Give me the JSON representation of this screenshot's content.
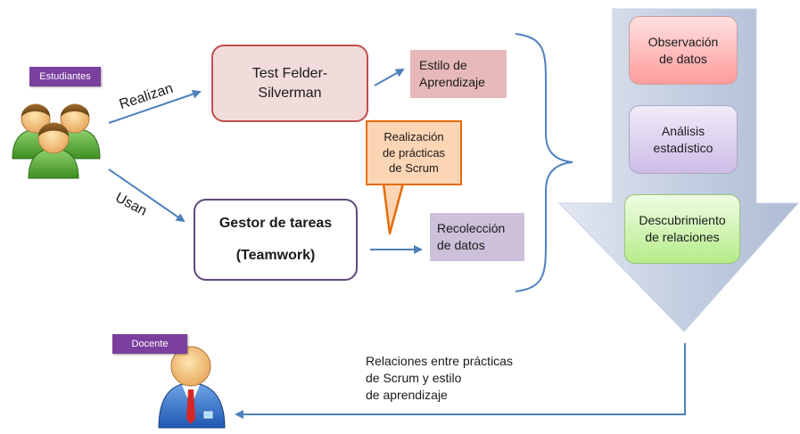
{
  "students": {
    "tag": "Estudiantes",
    "icon": "students-group-icon"
  },
  "teacher": {
    "tag": "Docente",
    "icon": "teacher-icon"
  },
  "edges": {
    "realizan": "Realizan",
    "usan": "Usan"
  },
  "test_box": {
    "label": "Test Felder-\nSilverman",
    "color": "#f2dcdb",
    "border": "#c0504d"
  },
  "gestor_box": {
    "line1": "Gestor de tareas",
    "line2": "(Teamwork)",
    "border": "#5f497a"
  },
  "callout": {
    "text": "Realización\nde prácticas\nde Scrum",
    "color": "#fcd5b4",
    "border": "#e46c0a"
  },
  "outputs": {
    "estilo": {
      "text": "Estilo de\nAprendizaje",
      "color": "#e6b9b8"
    },
    "recoleccion": {
      "text": "Recolección\nde datos",
      "color": "#ccc0da"
    }
  },
  "process": {
    "step1": {
      "text": "Observación\nde datos",
      "color": "#ffcccc"
    },
    "step2": {
      "text": "Análisis\nestadístico",
      "color": "#e4dbf0"
    },
    "step3": {
      "text": "Descubrimiento\nde relaciones",
      "color": "#d6f5b8"
    }
  },
  "result_text": "Relaciones entre  prácticas\nde Scrum y estilo\n de aprendizaje",
  "colors": {
    "arrow": "#4f81bd",
    "tag": "#7b3f9e",
    "big_arrow": "#bfcce0"
  }
}
